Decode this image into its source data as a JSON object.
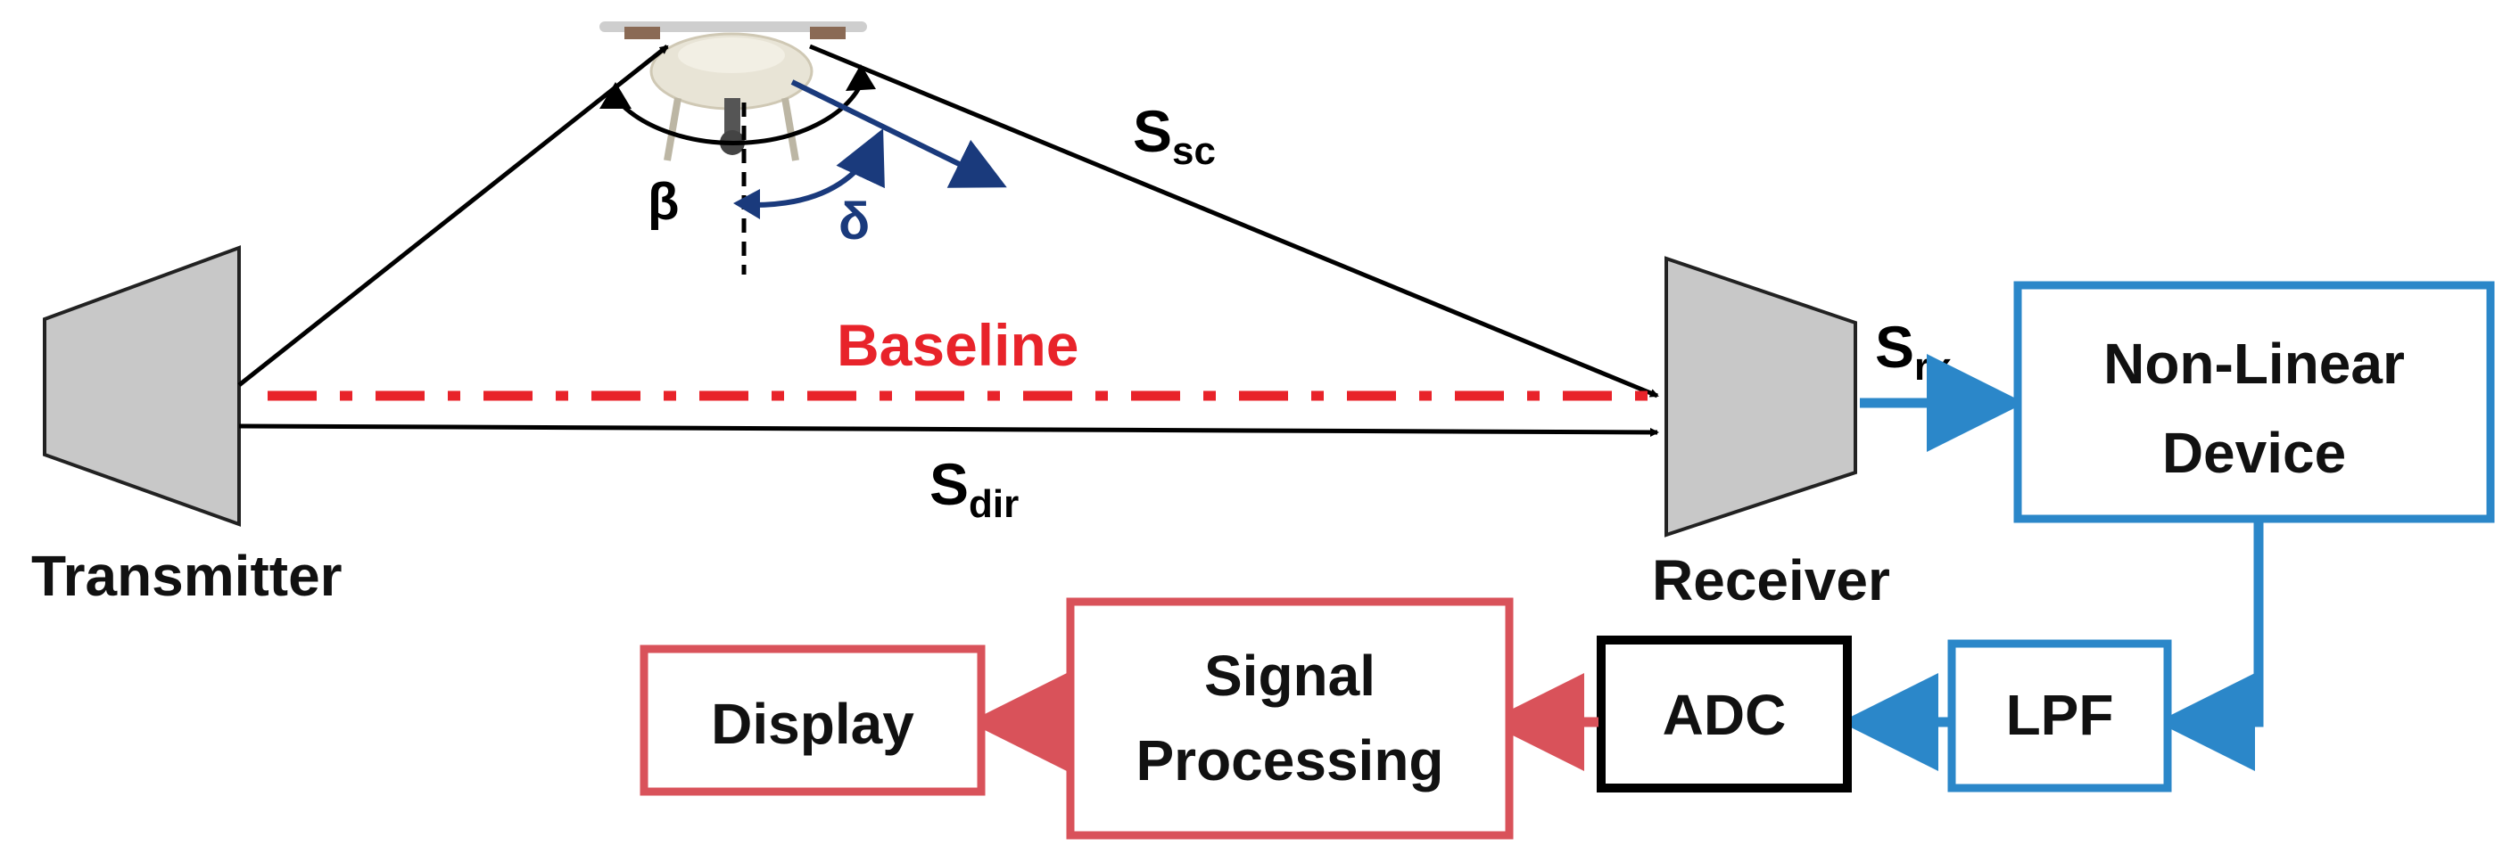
{
  "transmitter": {
    "label": "Transmitter"
  },
  "receiver": {
    "label": "Receiver"
  },
  "baseline": {
    "label": "Baseline"
  },
  "signals": {
    "scatter": {
      "base": "S",
      "sub": "sc"
    },
    "direct": {
      "base": "S",
      "sub": "dir"
    },
    "received": {
      "base": "S",
      "sub": "rx"
    }
  },
  "angles": {
    "bistatic": "β",
    "aspect": "δ"
  },
  "blocks": {
    "nonlinear": {
      "line1": "Non-Linear",
      "line2": "Device"
    },
    "lpf": {
      "label": "LPF"
    },
    "adc": {
      "label": "ADC"
    },
    "signal_processing": {
      "line1": "Signal",
      "line2": "Processing"
    },
    "display": {
      "label": "Display"
    }
  },
  "colors": {
    "blue_path": "#2b87c9",
    "red_path": "#d9525a",
    "baseline": "#e8232a",
    "navy": "#1a3a7c",
    "black": "#000000",
    "horn_fill": "#c8c8c8"
  },
  "icons": {
    "drone": "drone-icon"
  }
}
